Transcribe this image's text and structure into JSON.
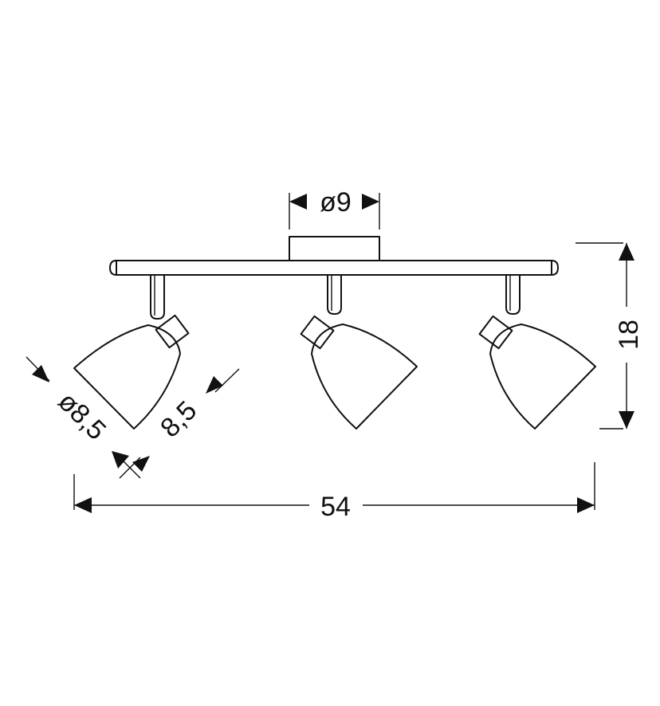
{
  "dimensions": {
    "base_diameter": "ø9",
    "total_width": "54",
    "height": "18",
    "shade_diameter": "ø8,5",
    "shade_depth": "8,5"
  }
}
